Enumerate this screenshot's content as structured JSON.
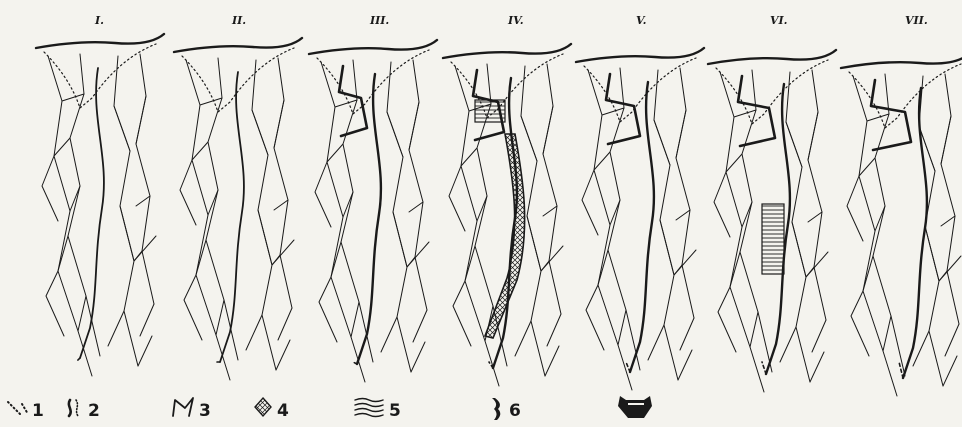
{
  "panels": [
    {
      "label": "I."
    },
    {
      "label": "II."
    },
    {
      "label": "III."
    },
    {
      "label": "IV."
    },
    {
      "label": "V."
    },
    {
      "label": "VI."
    },
    {
      "label": "VII."
    }
  ],
  "legend": [
    {
      "num": "1",
      "symbol": "dotted-line-symbol"
    },
    {
      "num": "2",
      "symbol": "wavy-boundary-symbol"
    },
    {
      "num": "3",
      "symbol": "fracture-lines-symbol"
    },
    {
      "num": "4",
      "symbol": "crosshatch-fill-symbol"
    },
    {
      "num": "5",
      "symbol": "horizontal-hatch-symbol"
    },
    {
      "num": "6",
      "symbol": "dark-vein-symbol"
    },
    {
      "num": "",
      "symbol": "bracket-cap-symbol"
    }
  ],
  "colors": {
    "ink": "#1a1a1a",
    "paper": "#f4f3ee"
  }
}
